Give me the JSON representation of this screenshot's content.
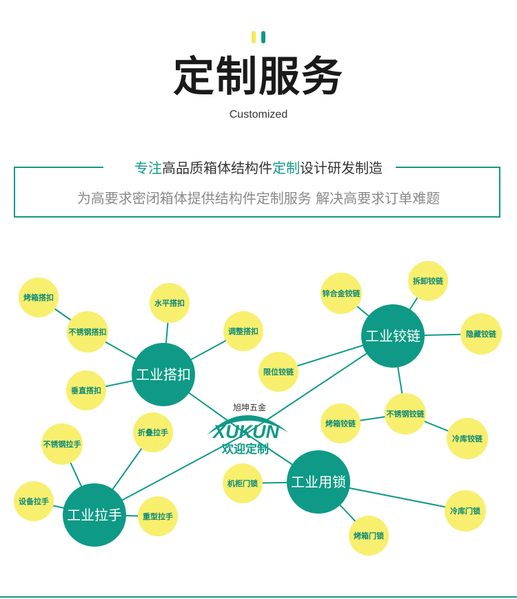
{
  "header": {
    "title": "定制服务",
    "subtitle": "Customized"
  },
  "intro": {
    "heading_parts": [
      {
        "text": "专注",
        "highlight": true
      },
      {
        "text": "高品质箱体结构件",
        "highlight": false
      },
      {
        "text": "定制",
        "highlight": true
      },
      {
        "text": "设计研发制造",
        "highlight": false
      }
    ],
    "description": "为高要求密闭箱体提供结构件定制服务 解决高要求订单难题"
  },
  "logo": {
    "brand_cn": "旭坤五金",
    "brand_en": "XUKUN",
    "slogan": "欢迎定制"
  },
  "colors": {
    "teal": "#0e9a86",
    "yellow": "#f8ef6e",
    "line": "#0e9a86",
    "hub_text": "#ffffff",
    "leaf_text": "#0e8a78"
  },
  "mindmap": {
    "hubs": [
      {
        "id": "hub-buckle",
        "label": "工业搭扣"
      },
      {
        "id": "hub-hinge",
        "label": "工业铰链"
      },
      {
        "id": "hub-handle",
        "label": "工业拉手"
      },
      {
        "id": "hub-lock",
        "label": "工业用锁"
      }
    ],
    "leaves": [
      {
        "id": "leaf-oven-buckle",
        "label": "烤箱搭扣"
      },
      {
        "id": "leaf-ss-buckle",
        "label": "不锈钢搭扣"
      },
      {
        "id": "leaf-level-buckle",
        "label": "水平搭扣"
      },
      {
        "id": "leaf-adjust-buckle",
        "label": "调整搭扣"
      },
      {
        "id": "leaf-vertical-buckle",
        "label": "垂直搭扣"
      },
      {
        "id": "leaf-zinc-hinge",
        "label": "锌合金铰链"
      },
      {
        "id": "leaf-detach-hinge",
        "label": "拆卸铰链"
      },
      {
        "id": "leaf-hidden-hinge",
        "label": "隐藏铰链"
      },
      {
        "id": "leaf-limit-hinge",
        "label": "限位铰链"
      },
      {
        "id": "leaf-ss-hinge",
        "label": "不锈钢铰链"
      },
      {
        "id": "leaf-oven-hinge",
        "label": "烤箱铰链"
      },
      {
        "id": "leaf-cold-hinge",
        "label": "冷库铰链"
      },
      {
        "id": "leaf-ss-handle",
        "label": "不锈钢拉手"
      },
      {
        "id": "leaf-fold-handle",
        "label": "折叠拉手"
      },
      {
        "id": "leaf-equip-handle",
        "label": "设备拉手"
      },
      {
        "id": "leaf-heavy-handle",
        "label": "重型拉手"
      },
      {
        "id": "leaf-cabinet-lock",
        "label": "机柜门锁"
      },
      {
        "id": "leaf-cold-lock",
        "label": "冷库门锁"
      },
      {
        "id": "leaf-oven-lock",
        "label": "烤箱门锁"
      }
    ]
  }
}
